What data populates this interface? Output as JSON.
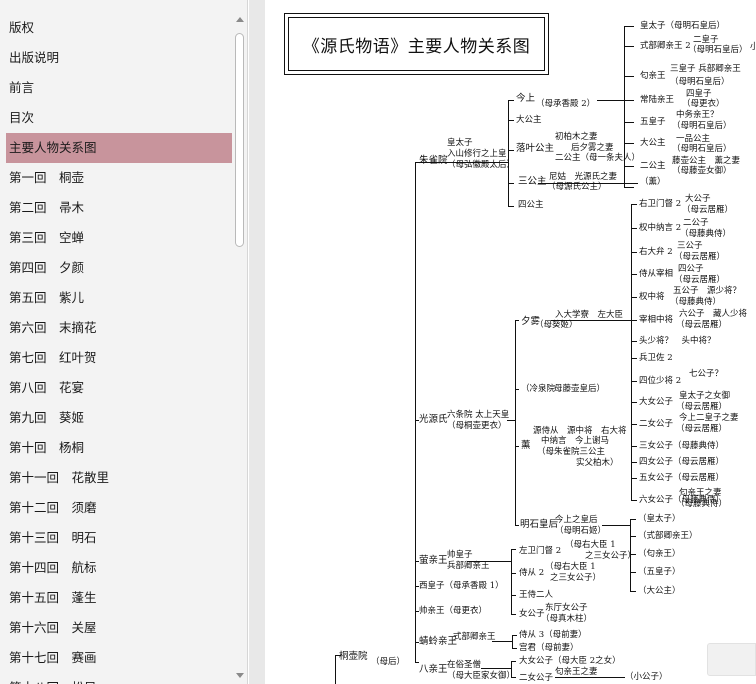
{
  "toc": {
    "items": [
      {
        "label": "版权"
      },
      {
        "label": "出版说明"
      },
      {
        "label": "前言"
      },
      {
        "label": "目次"
      },
      {
        "label": "主要人物关系图",
        "active": true
      },
      {
        "label": "第一回　桐壶"
      },
      {
        "label": "第二回　帚木"
      },
      {
        "label": "第三回　空蝉"
      },
      {
        "label": "第四回　夕颜"
      },
      {
        "label": "第五回　紫儿"
      },
      {
        "label": "第六回　末摘花"
      },
      {
        "label": "第七回　红叶贺"
      },
      {
        "label": "第八回　花宴"
      },
      {
        "label": "第九回　葵姬"
      },
      {
        "label": "第十回　杨桐"
      },
      {
        "label": "第十一回　花散里"
      },
      {
        "label": "第十二回　须磨"
      },
      {
        "label": "第十三回　明石"
      },
      {
        "label": "第十四回　航标"
      },
      {
        "label": "第十五回　蓬生"
      },
      {
        "label": "第十六回　关屋"
      },
      {
        "label": "第十七回　赛画"
      },
      {
        "label": "第十八回　松风"
      }
    ]
  },
  "doc": {
    "title": "《源氏物语》主要人物关系图",
    "nodes": {
      "n1": "皇太子（母明石皇后）",
      "n2": "式部卿亲王 2",
      "n3": "二皇子",
      "n4": "（母明石皇后）",
      "n5": "小",
      "n6": "三皇子 兵部卿亲王",
      "n7": "匂亲王",
      "n8": "（母明石皇后）",
      "n9": "四皇子",
      "n10": "常陆亲王",
      "n11": "（母更衣）",
      "n12": "五皇子",
      "n13": "中务亲王？",
      "n14": "（母明石皇后）",
      "n15": "一品公主",
      "n16": "大公主",
      "n17": "（母明石皇后）",
      "n18": "二公主",
      "n19": "藤壶公主　薰之妻",
      "n20": "（母藤壶女御）",
      "n21": "今上",
      "n22": "（母承香殿 2）",
      "n23": "大公主",
      "n24": "初柏木之妻",
      "n25": "后夕雾之妻",
      "n26": "落叶公主",
      "n27": "二公主（母一条夫人）",
      "n28": "皇太子",
      "n29": "入山修行之上皇",
      "n30": "朱雀院",
      "n31": "（母弘徽殿太后）",
      "n32": "三公主",
      "n33": "尼姑　光源氏之妻",
      "n34": "（母源氏公主）",
      "n35": "（薰）",
      "n36": "四公主",
      "n37": "右卫门督 2",
      "n38": "大公子",
      "n39": "（母云居雁）",
      "n40": "权中纳言 2",
      "n41": "二公子",
      "n42": "（母藤典侍）",
      "n43": "右大弁 2",
      "n44": "三公子",
      "n45": "（母云居雁）",
      "n46": "侍从宰相",
      "n47": "四公子",
      "n48": "（母云居雁）",
      "n49": "权中将",
      "n50": "五公子　源少将？",
      "n51": "（母藤典侍）",
      "n52": "宰相中将",
      "n53": "六公子　藏人少将",
      "n54": "（母云居雁）",
      "n55": "入大学寮　左大臣",
      "n56": "夕雾",
      "n57": "（母葵姬）",
      "n58": "头少将？　头中将？",
      "n59": "兵卫佐 2",
      "n60": "四位少将 2",
      "n61": "七公子？",
      "n62": "大女公子",
      "n63": "皇太子之女御",
      "n64": "（母云居雁）",
      "n65": "二女公子",
      "n66": "今上二皇子之妻",
      "n67": "（母云居雁）",
      "n68": "三女公子（母藤典侍）",
      "n69": "（冷泉院",
      "n70": "母藤壶皇后）",
      "n71": "四女公子（母云居雁）",
      "n72": "源侍从　源中将　右大将",
      "n73": "中纳言　今上谢马",
      "n74": "五女公子（母云居雁）",
      "n75": "光源氏",
      "n76": "六条院 太上天皇",
      "n77": "（母桐壶更衣）",
      "n78": "薰",
      "n79": "（母朱雀院三公主",
      "n80": "实父柏木）",
      "n81": "六女公子（母藤典侍）",
      "n82": "匂亲王之妻",
      "n83": "（母藤典侍）",
      "n84": "明石皇后",
      "n85": "今上之皇后",
      "n86": "（母明石姬）",
      "n87": "（皇太子）",
      "n88": "（式部卿亲王）",
      "n89": "（匂亲王）",
      "n90": "（五皇子）",
      "n91": "（大公主）",
      "n92": "萤亲王",
      "n93": "帅皇子",
      "n94": "兵部卿亲王",
      "n95": "左卫门督 2",
      "n96": "（母右大臣 1",
      "n97": "之三女公子）",
      "n98": "侍从 2",
      "n99": "（母右大臣 1",
      "n100": "之三女公子）",
      "n101": "西皇子（母承香殿 1）",
      "n102": "王侍二人",
      "n103": "女公子",
      "n104": "东厅女公子",
      "n105": "（母真木柱）",
      "n106": "帅亲王（母更衣）",
      "n107": "侍从 3（母前妻）",
      "n108": "蜻蛉亲王",
      "n109": "式部卿亲王",
      "n110": "宫君（母前妻）",
      "n111": "桐壶院",
      "n112": "（母后）",
      "n113": "八亲王",
      "n114": "在俗圣僧",
      "n115": "大女公子（母大臣 2之女）",
      "n116": "（母大臣家女御）",
      "n117": "二女公子",
      "n118": "匂亲王之妻",
      "n119": "（小公子）"
    }
  }
}
